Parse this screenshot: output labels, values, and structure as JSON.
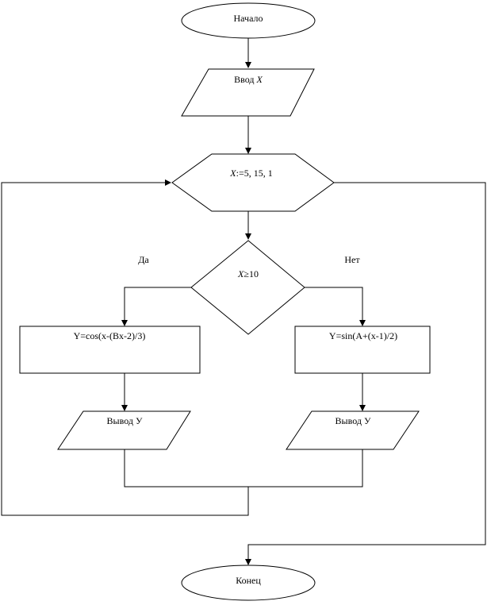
{
  "diagram": {
    "start": "Начало",
    "input": {
      "text": "Ввод ",
      "var": "X"
    },
    "loop": {
      "var": "X",
      "text": ":=5, 15, 1"
    },
    "condition": {
      "var": "X",
      "text": "≥10"
    },
    "branch_yes": "Да",
    "branch_no": "Нет",
    "process_yes": "Y=cos(x-(Bx-2)/3)",
    "process_no": "Y=sin(A+(x-1)/2)",
    "output_yes": "Вывод У",
    "output_no": "Вывод У",
    "end": "Конец"
  }
}
